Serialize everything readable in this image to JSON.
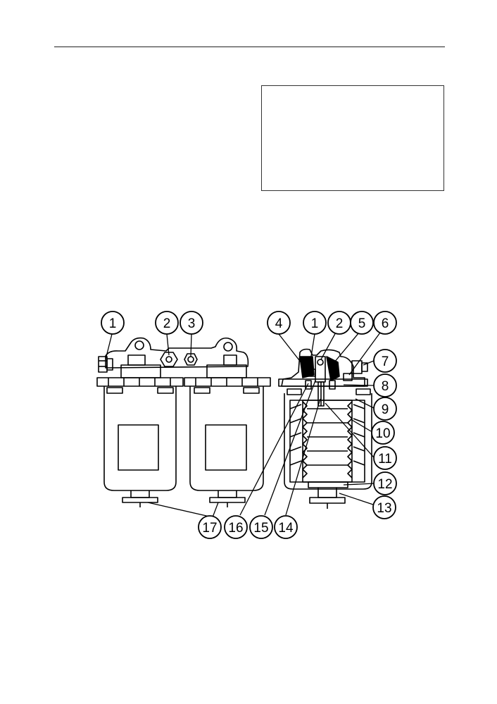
{
  "callouts": [
    {
      "id": "c1a",
      "label": "1"
    },
    {
      "id": "c2a",
      "label": "2"
    },
    {
      "id": "c3",
      "label": "3"
    },
    {
      "id": "c4",
      "label": "4"
    },
    {
      "id": "c1b",
      "label": "1"
    },
    {
      "id": "c2b",
      "label": "2"
    },
    {
      "id": "c5",
      "label": "5"
    },
    {
      "id": "c6",
      "label": "6"
    },
    {
      "id": "c7",
      "label": "7"
    },
    {
      "id": "c8",
      "label": "8"
    },
    {
      "id": "c9",
      "label": "9"
    },
    {
      "id": "c10",
      "label": "10"
    },
    {
      "id": "c11",
      "label": "11"
    },
    {
      "id": "c12",
      "label": "12"
    },
    {
      "id": "c13",
      "label": "13"
    },
    {
      "id": "c14",
      "label": "14"
    },
    {
      "id": "c15",
      "label": "15"
    },
    {
      "id": "c16",
      "label": "16"
    },
    {
      "id": "c17",
      "label": "17"
    }
  ]
}
